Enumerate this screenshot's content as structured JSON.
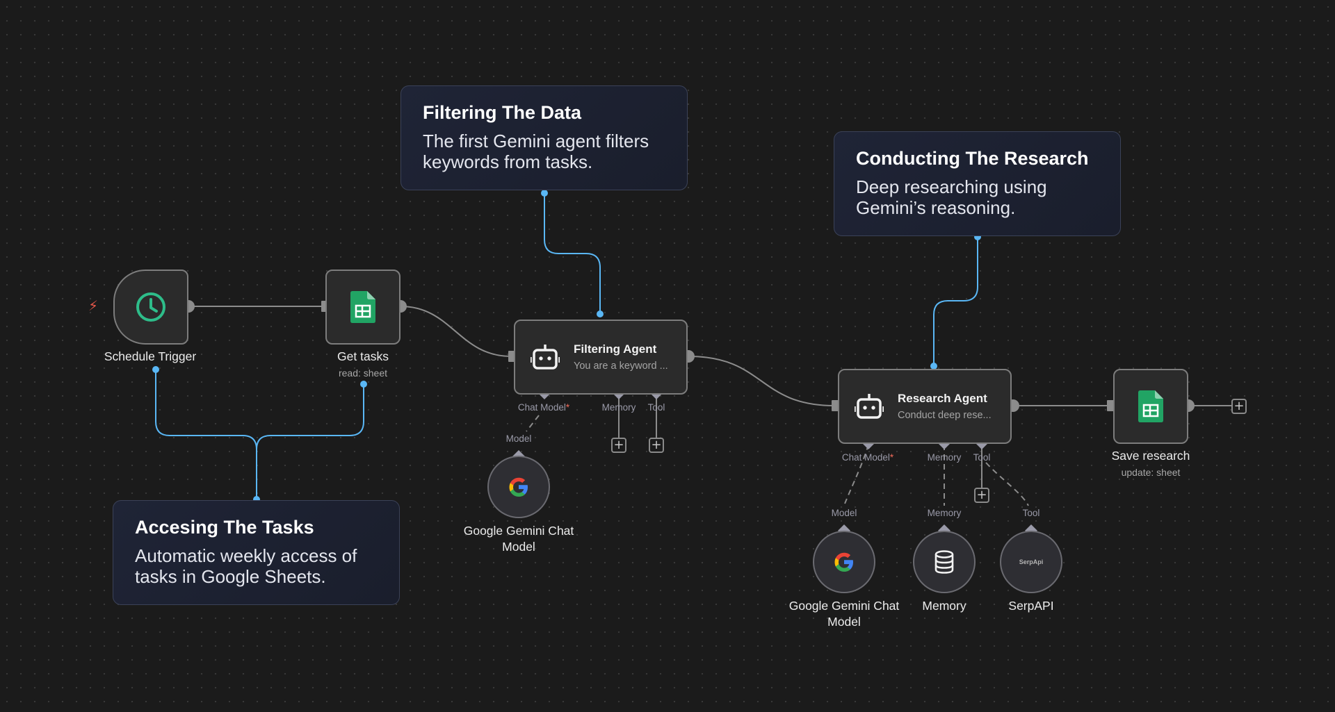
{
  "notes": {
    "filtering": {
      "title": "Filtering The Data",
      "body": "The first Gemini agent filters keywords from tasks."
    },
    "research": {
      "title": "Conducting The Research",
      "body": "Deep researching using Gemini’s reasoning."
    },
    "tasks": {
      "title": "Accesing The Tasks",
      "body": "Automatic weekly access of tasks in Google Sheets."
    }
  },
  "nodes": {
    "schedule_trigger": {
      "label": "Schedule Trigger",
      "icon": "clock-icon"
    },
    "get_tasks": {
      "label": "Get tasks",
      "sublabel": "read: sheet",
      "icon": "google-sheets-icon"
    },
    "filtering_agent": {
      "title": "Filtering Agent",
      "subtitle": "You are a keyword ...",
      "icon": "robot-icon"
    },
    "research_agent": {
      "title": "Research Agent",
      "subtitle": "Conduct deep rese...",
      "icon": "robot-icon"
    },
    "save_research": {
      "label": "Save research",
      "sublabel": "update: sheet",
      "icon": "google-sheets-icon"
    },
    "gemini_model_1": {
      "label": "Google Gemini Chat Model",
      "icon": "google-g-icon"
    },
    "gemini_model_2": {
      "label": "Google Gemini Chat Model",
      "icon": "google-g-icon"
    },
    "memory": {
      "label": "Memory",
      "icon": "database-icon"
    },
    "serpapi": {
      "label": "SerpAPI",
      "logo_text": "SerpApi"
    }
  },
  "ports": {
    "chat_model": "Chat Model",
    "required_mark": "*",
    "memory": "Memory",
    "tool": "Tool",
    "model": "Model"
  },
  "plus_symbol": "+",
  "colors": {
    "canvas": "#1b1b1b",
    "wire": "#8c8c8c",
    "note_wire": "#5ab7f5",
    "accent_green": "#2ebd8a",
    "sheets_green": "#21a464",
    "required": "#f26b5b",
    "trigger_bolt": "#e5574a"
  }
}
